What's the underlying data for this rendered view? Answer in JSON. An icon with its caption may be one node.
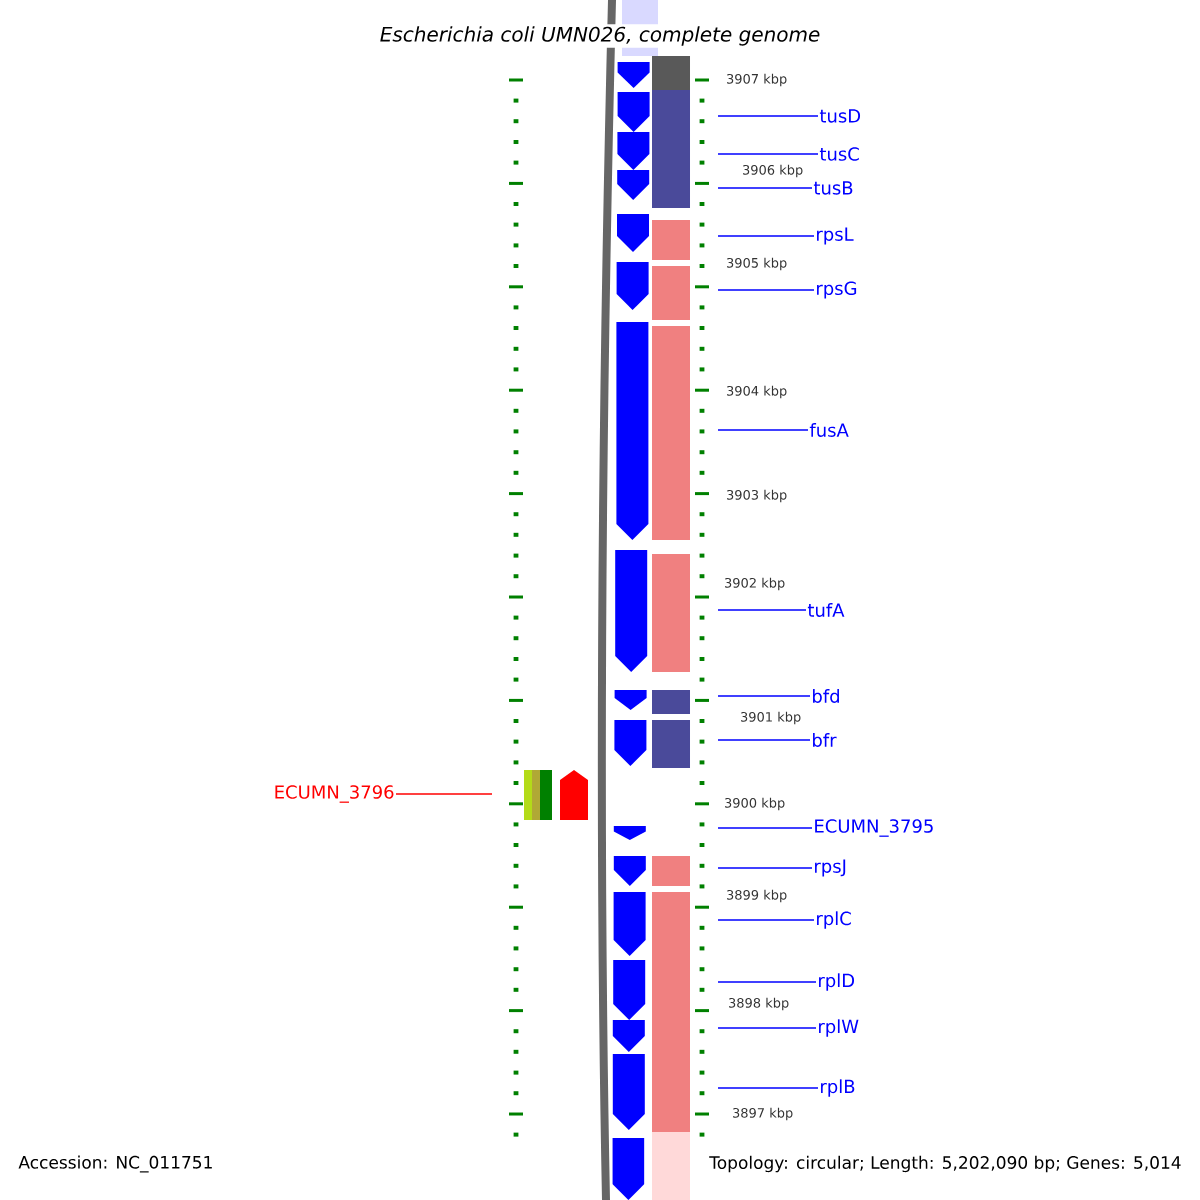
{
  "diagram": {
    "title": "Escherichia coli UMN026, complete genome",
    "nodes": [
      {
        "text": [
          "tusD"
        ]
      },
      {
        "text": [
          "tusC"
        ]
      },
      {
        "text": [
          "tusB"
        ]
      },
      {
        "text": [
          "rpsL"
        ]
      },
      {
        "text": [
          "rpsG"
        ]
      },
      {
        "text": [
          "fusA"
        ]
      },
      {
        "text": [
          "tufA"
        ]
      },
      {
        "text": [
          "bfd"
        ]
      },
      {
        "text": [
          "bfr"
        ]
      },
      {
        "text": [
          "ECUMN_3795"
        ]
      },
      {
        "text": [
          "rpsJ"
        ]
      },
      {
        "text": [
          "rplC"
        ]
      },
      {
        "text": [
          "rplD"
        ]
      },
      {
        "text": [
          "rplW"
        ]
      },
      {
        "text": [
          "rplB"
        ]
      },
      {
        "text": [
          "ECUMN_3796"
        ]
      }
    ],
    "edges": [
      {
        "from": 0,
        "to": null,
        "arrow": "none"
      },
      {
        "from": 1,
        "to": null,
        "arrow": "none"
      },
      {
        "from": 2,
        "to": null,
        "arrow": "none"
      },
      {
        "from": 3,
        "to": null,
        "arrow": "none"
      },
      {
        "from": 4,
        "to": null,
        "arrow": "none"
      },
      {
        "from": 5,
        "to": null,
        "arrow": "none"
      },
      {
        "from": 6,
        "to": null,
        "arrow": "none"
      },
      {
        "from": 7,
        "to": null,
        "arrow": "none"
      },
      {
        "from": 8,
        "to": null,
        "arrow": "none"
      },
      {
        "from": 9,
        "to": null,
        "arrow": "none"
      },
      {
        "from": 10,
        "to": null,
        "arrow": "none"
      },
      {
        "from": 11,
        "to": null,
        "arrow": "none"
      },
      {
        "from": 12,
        "to": null,
        "arrow": "none"
      },
      {
        "from": 13,
        "to": null,
        "arrow": "none"
      },
      {
        "from": 14,
        "to": null,
        "arrow": "none"
      },
      {
        "from": 15,
        "to": null,
        "arrow": "none",
        "color": "#ff0000"
      }
    ],
    "labels": [
      "3907 kbp",
      "3906 kbp",
      "3905 kbp",
      "3904 kbp",
      "3903 kbp",
      "3902 kbp",
      "3901 kbp",
      "3900 kbp",
      "3899 kbp",
      "3898 kbp",
      "3897 kbp",
      "Accession: NC_011751",
      "Topology: circular; Length: 5,202,090 bp; Genes: 5,014"
    ]
  }
}
